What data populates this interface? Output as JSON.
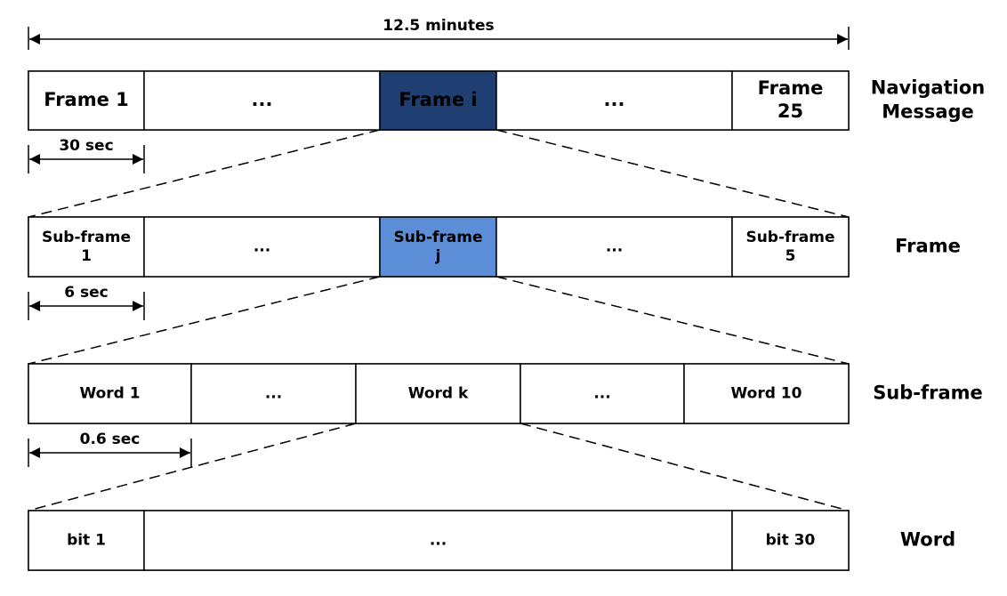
{
  "colors": {
    "frame_i_fill": "#1f3f73",
    "subframe_j_fill": "#5b8ed6",
    "stroke": "#000000",
    "highlight_text": "#ffffff"
  },
  "top_span": {
    "label": "12.5 minutes"
  },
  "rows": [
    {
      "id": "navigation",
      "side_label": [
        "Navigation",
        "Message"
      ],
      "cells": [
        {
          "lines": [
            "Frame 1"
          ]
        },
        {
          "lines": [
            "..."
          ]
        },
        {
          "lines": [
            "Frame i"
          ],
          "highlight": "frame_i_fill"
        },
        {
          "lines": [
            "..."
          ]
        },
        {
          "lines": [
            "Frame",
            "25"
          ]
        }
      ],
      "duration": "30 sec"
    },
    {
      "id": "frame",
      "side_label": [
        "Frame"
      ],
      "cells": [
        {
          "lines": [
            "Sub-frame",
            "1"
          ]
        },
        {
          "lines": [
            "..."
          ]
        },
        {
          "lines": [
            "Sub-frame",
            "j"
          ],
          "highlight": "subframe_j_fill"
        },
        {
          "lines": [
            "..."
          ]
        },
        {
          "lines": [
            "Sub-frame",
            "5"
          ]
        }
      ],
      "duration": "6 sec"
    },
    {
      "id": "subframe",
      "side_label": [
        "Sub-frame"
      ],
      "cells": [
        {
          "lines": [
            "Word 1"
          ]
        },
        {
          "lines": [
            "..."
          ]
        },
        {
          "lines": [
            "Word k"
          ]
        },
        {
          "lines": [
            "..."
          ]
        },
        {
          "lines": [
            "Word 10"
          ]
        }
      ],
      "duration": "0.6 sec"
    },
    {
      "id": "word",
      "side_label": [
        "Word"
      ],
      "cells": [
        {
          "lines": [
            "bit 1"
          ]
        },
        {
          "lines": [
            "..."
          ]
        },
        {
          "lines": [
            "bit 30"
          ]
        }
      ]
    }
  ]
}
